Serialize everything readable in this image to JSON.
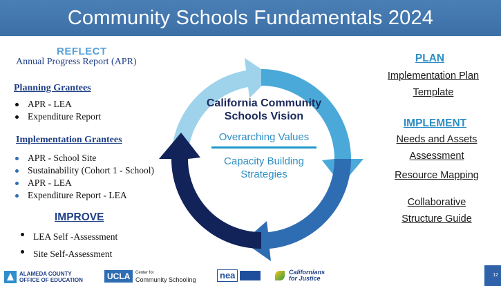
{
  "header": {
    "title": "Community Schools Fundamentals 2024"
  },
  "reflect": {
    "heading": "REFLECT",
    "apr_title": "Annual Progress Report (APR)",
    "planning": {
      "title": "Planning Grantees",
      "items": [
        "APR - LEA",
        "Expenditure Report"
      ]
    },
    "implementation": {
      "title": "Implementation Grantees",
      "items": [
        "APR - School Site",
        "Sustainability (Cohort 1 - School)",
        "APR - LEA",
        "Expenditure Report - LEA"
      ]
    }
  },
  "improve": {
    "heading": "IMPROVE",
    "items": [
      "LEA Self -Assessment",
      "Site Self-Assessment"
    ]
  },
  "center": {
    "vision": "California Community Schools Vision",
    "values": "Overarching Values",
    "capacity": "Capacity Building Strategies"
  },
  "plan": {
    "heading": "PLAN",
    "link": "Implementation Plan Template"
  },
  "implement": {
    "heading": "IMPLEMENT",
    "links": [
      "Needs and Assets Assessment",
      "Resource Mapping",
      "Collaborative Structure Guide"
    ]
  },
  "cycle_colors": {
    "light": "#9fd3ec",
    "mid": "#4aa9d8",
    "steel": "#2f6db3",
    "navy": "#12235a"
  },
  "footer": {
    "acoe_line1": "ALAMEDA COUNTY",
    "acoe_line2": "OFFICE OF EDUCATION",
    "ucla": "UCLA",
    "ucla_center": "Center for",
    "ucla_line": "Community Schooling",
    "nea": "nea",
    "cfj_line1": "Californians",
    "cfj_line2": "for Justice",
    "page": "12"
  }
}
